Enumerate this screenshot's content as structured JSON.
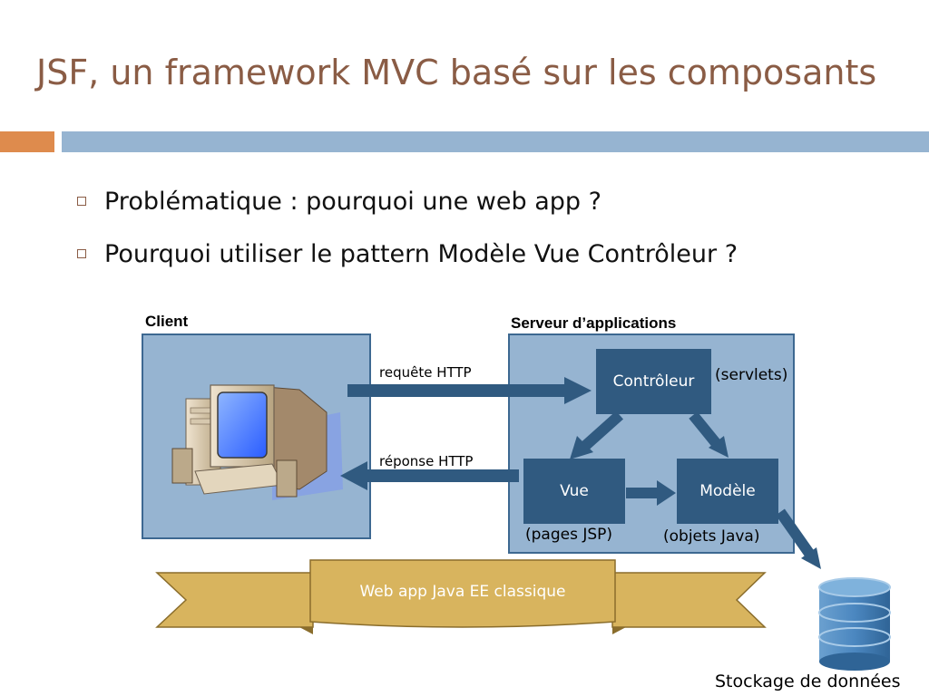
{
  "title": "JSF, un framework MVC basé sur les composants",
  "bullets": [
    "Problématique : pourquoi une web app ?",
    "Pourquoi utiliser le pattern Modèle Vue Contrôleur ?"
  ],
  "diagram": {
    "client_label": "Client",
    "server_label": "Serveur d’applications",
    "request_label": "requête HTTP",
    "response_label": "réponse HTTP",
    "controller": "Contrôleur",
    "controller_note": "(servlets)",
    "view": "Vue",
    "view_note": "(pages JSP)",
    "model": "Modèle",
    "model_note": "(objets Java)",
    "banner": "Web app Java EE classique",
    "storage": "Stockage de données"
  },
  "icons": {
    "computer": "computer-icon",
    "database": "database-icon"
  },
  "colors": {
    "title": "#8a5c45",
    "accent_orange": "#de8b4d",
    "accent_blue": "#96b4d1",
    "node": "#305a80",
    "banner": "#d8b45e"
  }
}
